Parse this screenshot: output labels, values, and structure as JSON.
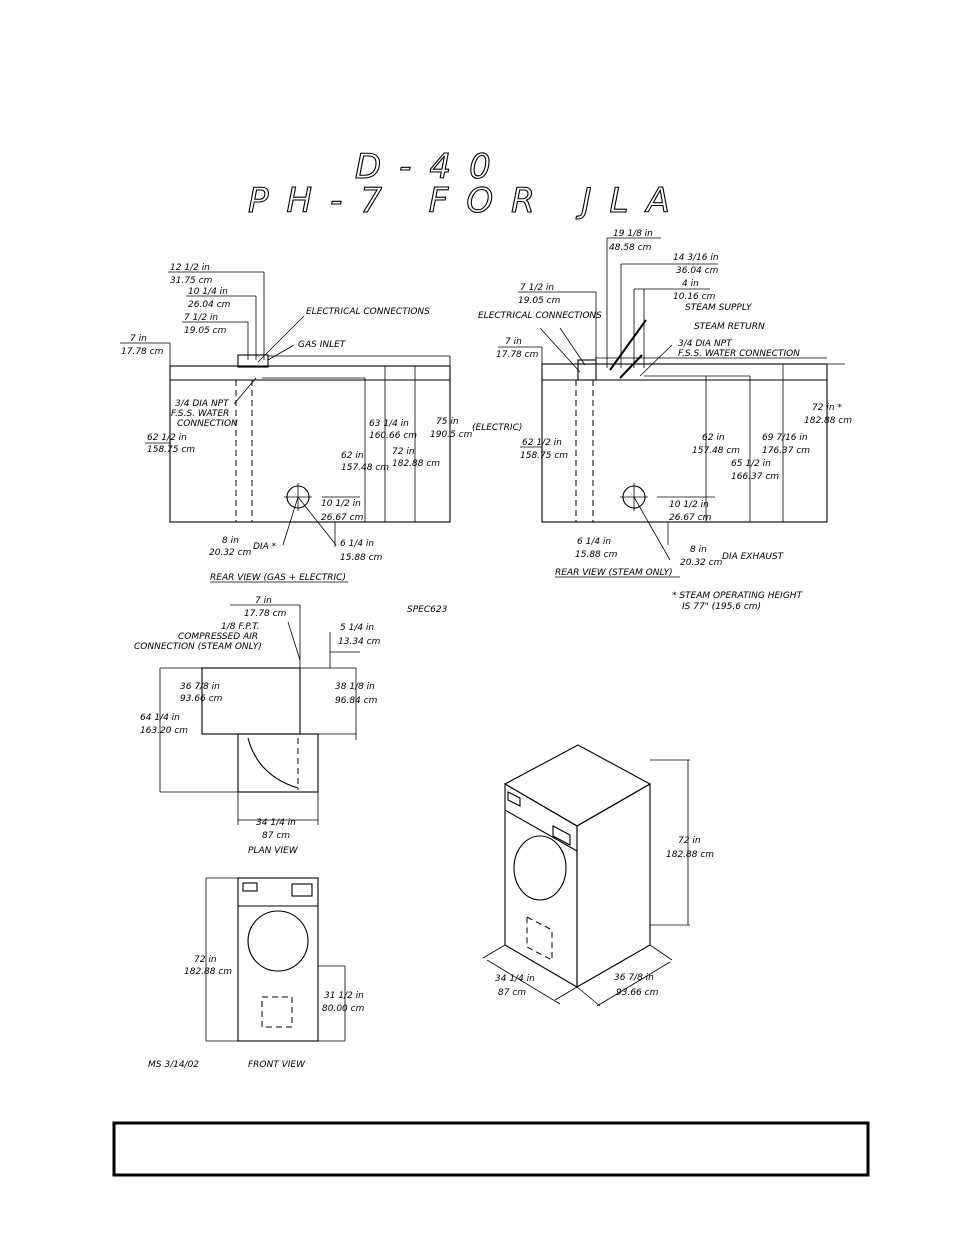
{
  "title": {
    "line1": "D-40",
    "line2": "PH-7 FOR JLA"
  },
  "rear_gas": {
    "caption": "REAR VIEW (GAS + ELECTRIC)",
    "d1_in": "12 1/2 in",
    "d1_cm": "31.75 cm",
    "d2_in": "10 1/4 in",
    "d2_cm": "26.04 cm",
    "d3_in": "7 1/2 in",
    "d3_cm": "19.05 cm",
    "d4_in": "7 in",
    "d4_cm": "17.78 cm",
    "electrical": "ELECTRICAL CONNECTIONS",
    "gas": "GAS INLET",
    "water1": "3/4 DIA NPT",
    "water2": "F.S.S. WATER",
    "water3": "CONNECTION",
    "h1_in": "62 1/2 in",
    "h1_cm": "158.75 cm",
    "h2_in": "63 1/4 in",
    "h2_cm": "160.66 cm",
    "h3_in": "62 in",
    "h3_cm": "157.48 cm",
    "h4_in": "72 in",
    "h4_cm": "182.88 cm",
    "h5_in": "75 in",
    "h5_cm": "190.5 cm",
    "h5_note": "(ELECTRIC)",
    "e1_in": "10 1/2 in",
    "e1_cm": "26.67 cm",
    "e2_in": "6 1/4 in",
    "e2_cm": "15.88 cm",
    "exh_in": "8 in",
    "exh_cm": "20.32 cm",
    "exh_note": "DIA *"
  },
  "rear_steam": {
    "caption": "REAR VIEW (STEAM ONLY)",
    "t1_in": "19 1/8 in",
    "t1_cm": "48.58 cm",
    "t2_in": "14 3/16 in",
    "t2_cm": "36.04 cm",
    "t3_in": "4 in",
    "t3_cm": "10.16 cm",
    "t4_in": "7 1/2 in",
    "t4_cm": "19.05 cm",
    "t5_in": "7 in",
    "t5_cm": "17.78 cm",
    "electrical": "ELECTRICAL CONNECTIONS",
    "supply": "STEAM SUPPLY",
    "return": "STEAM RETURN",
    "water1": "3/4 DIA NPT",
    "water2": "F.S.S. WATER CONNECTION",
    "h1_in": "62 1/2 in",
    "h1_cm": "158.75 cm",
    "h2_in": "62 in",
    "h2_cm": "157.48 cm",
    "h3_in": "65 1/2 in",
    "h3_cm": "166.37 cm",
    "h4_in": "69 7/16 in",
    "h4_cm": "176.37 cm",
    "h5_in": "72 in *",
    "h5_cm": "182.88 cm",
    "e1_in": "10 1/2 in",
    "e1_cm": "26.67 cm",
    "e2_in": "6 1/4 in",
    "e2_cm": "15.88 cm",
    "exh_in": "8 in",
    "exh_cm": "20.32 cm",
    "exh_note": "DIA EXHAUST",
    "note1": "* STEAM OPERATING HEIGHT",
    "note2": "IS 77\" (195.6 cm)"
  },
  "spec": "SPEC623",
  "plan": {
    "caption": "PLAN VIEW",
    "p1_in": "7 in",
    "p1_cm": "17.78 cm",
    "air1": "1/8 F.P.T.",
    "air2": "COMPRESSED AIR",
    "air3": "CONNECTION (STEAM ONLY)",
    "p2_in": "5 1/4 in",
    "p2_cm": "13.34 cm",
    "p3_in": "36 7/8 in",
    "p3_cm": "93.66 cm",
    "p4_in": "38 1/8 in",
    "p4_cm": "96.84 cm",
    "p5_in": "64 1/4 in",
    "p5_cm": "163.20 cm",
    "p6_in": "34 1/4 in",
    "p6_cm": "87 cm"
  },
  "front": {
    "caption": "FRONT VIEW",
    "f1_in": "72 in",
    "f1_cm": "182.88 cm",
    "f2_in": "31 1/2 in",
    "f2_cm": "80.00 cm",
    "initials": "MS 3/14/02"
  },
  "iso": {
    "h_in": "72 in",
    "h_cm": "182.88 cm",
    "w_in": "34 1/4 in",
    "w_cm": "87 cm",
    "d_in": "36 7/8 in",
    "d_cm": "93.66 cm"
  },
  "footer": {
    "text": ""
  }
}
